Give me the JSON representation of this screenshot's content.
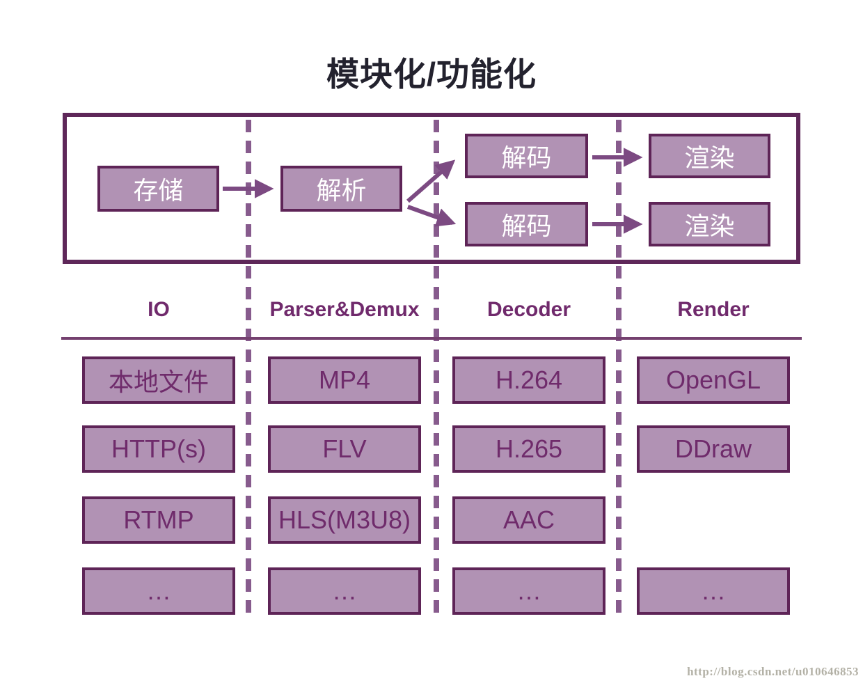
{
  "title": "模块化/功能化",
  "flow": {
    "storage": "存储",
    "parse": "解析",
    "decode1": "解码",
    "decode2": "解码",
    "render1": "渲染",
    "render2": "渲染"
  },
  "columns": [
    {
      "header": "IO",
      "items": [
        "本地文件",
        "HTTP(s)",
        "RTMP",
        "…"
      ]
    },
    {
      "header": "Parser&Demux",
      "items": [
        "MP4",
        "FLV",
        "HLS(M3U8)",
        "…"
      ]
    },
    {
      "header": "Decoder",
      "items": [
        "H.264",
        "H.265",
        "AAC",
        "…"
      ]
    },
    {
      "header": "Render",
      "items": [
        "OpenGL",
        "DDraw",
        "…"
      ]
    }
  ],
  "watermark": "http://blog.csdn.net/u010646853",
  "colors": {
    "background": "#ffffff",
    "title_text": "#23222e",
    "frame_border": "#5e2759",
    "box_fill": "#b192b4",
    "box_border": "#5e2457",
    "flow_box_text": "#ffffff",
    "cell_text": "#6f2b6b",
    "header_text": "#702a6c",
    "divider_dash": "#875b8d",
    "header_rule": "#74406f",
    "arrow": "#7c4a82",
    "watermark_text": "#b3b1a6"
  }
}
